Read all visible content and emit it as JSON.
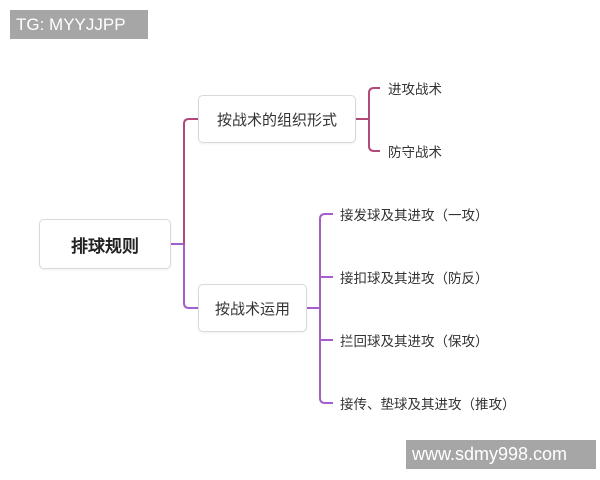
{
  "watermarks": {
    "top": "TG: MYYJJPP",
    "bottom": "www.sdmy998.com"
  },
  "mindmap": {
    "root": {
      "label": "排球规则"
    },
    "branches": [
      {
        "label": "按战术的组织形式",
        "color": "#b04a78",
        "children": [
          {
            "label": "进攻战术"
          },
          {
            "label": "防守战术"
          }
        ]
      },
      {
        "label": "按战术运用",
        "color": "#a35fcc",
        "children": [
          {
            "label": "接发球及其进攻（一攻）"
          },
          {
            "label": "接扣球及其进攻（防反）"
          },
          {
            "label": "拦回球及其进攻（保攻）"
          },
          {
            "label": "接传、垫球及其进攻（推攻）"
          }
        ]
      }
    ]
  }
}
